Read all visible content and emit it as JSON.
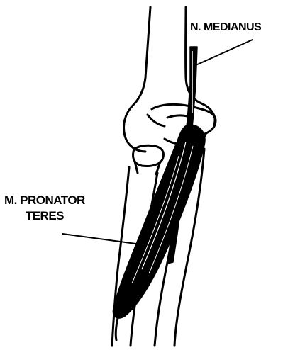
{
  "labels": {
    "nerve": "N. MEDIANUS",
    "muscle_line1": "M. PRONATOR",
    "muscle_line2": "TERES"
  },
  "colors": {
    "ink": "#000000",
    "paper": "#ffffff"
  }
}
